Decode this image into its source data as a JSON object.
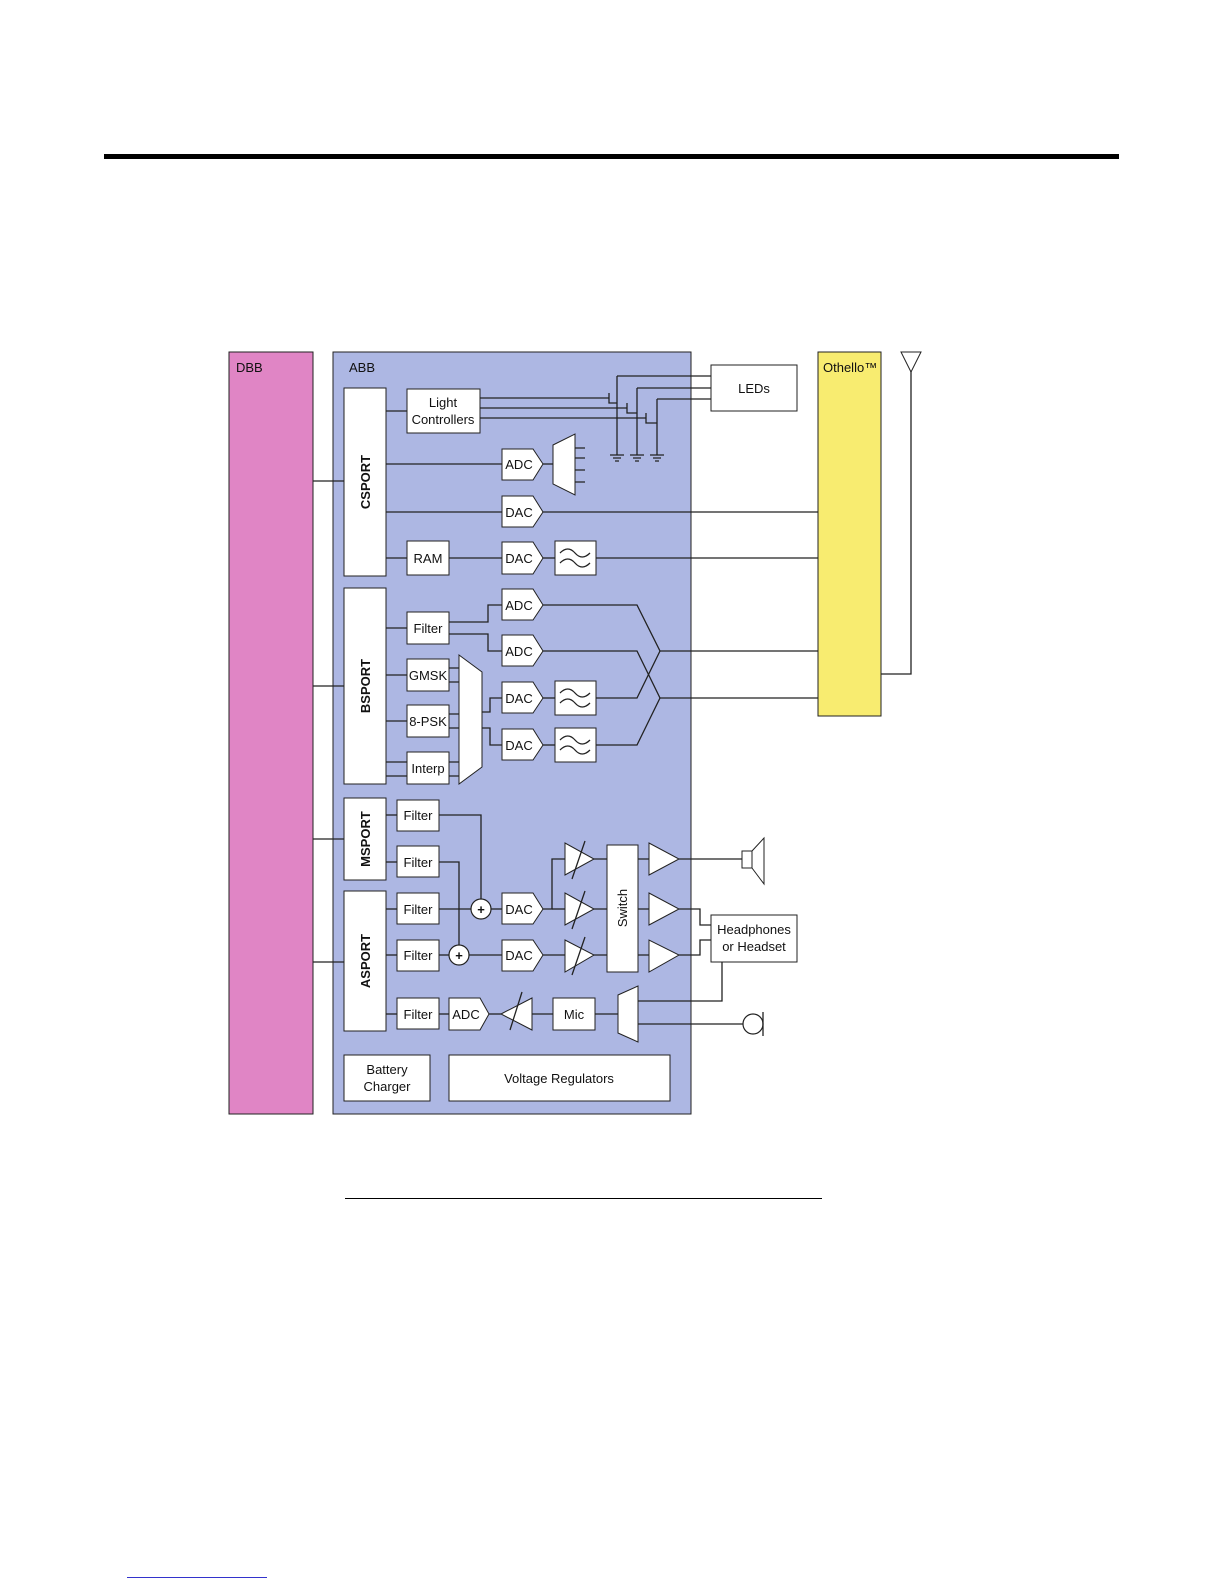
{
  "diagram": {
    "dbb": "DBB",
    "abb": "ABB",
    "othello": "Othello™",
    "leds": "LEDs",
    "csport": "CSPORT",
    "bsport": "BSPORT",
    "msport": "MSPORT",
    "asport": "ASPORT",
    "light_line1": "Light",
    "light_line2": "Controllers",
    "adc": "ADC",
    "dac": "DAC",
    "ram": "RAM",
    "filter": "Filter",
    "gmsk": "GMSK",
    "psk": "8-PSK",
    "interp": "Interp",
    "switch": "Switch",
    "mic": "Mic",
    "headphones_line1": "Headphones",
    "headphones_line2": "or Headset",
    "battery_line1": "Battery",
    "battery_line2": "Charger",
    "voltage": "Voltage Regulators",
    "plus": "+"
  },
  "colors": {
    "dbb": "#e085c5",
    "abb": "#adb7e3",
    "othello": "#f8ec70"
  },
  "icons": [
    "antenna-icon",
    "speaker-icon",
    "microphone-icon",
    "ground-icon",
    "filter-wave-icon",
    "amplifier-icon",
    "variable-amplifier-icon",
    "multiplexer-icon"
  ]
}
